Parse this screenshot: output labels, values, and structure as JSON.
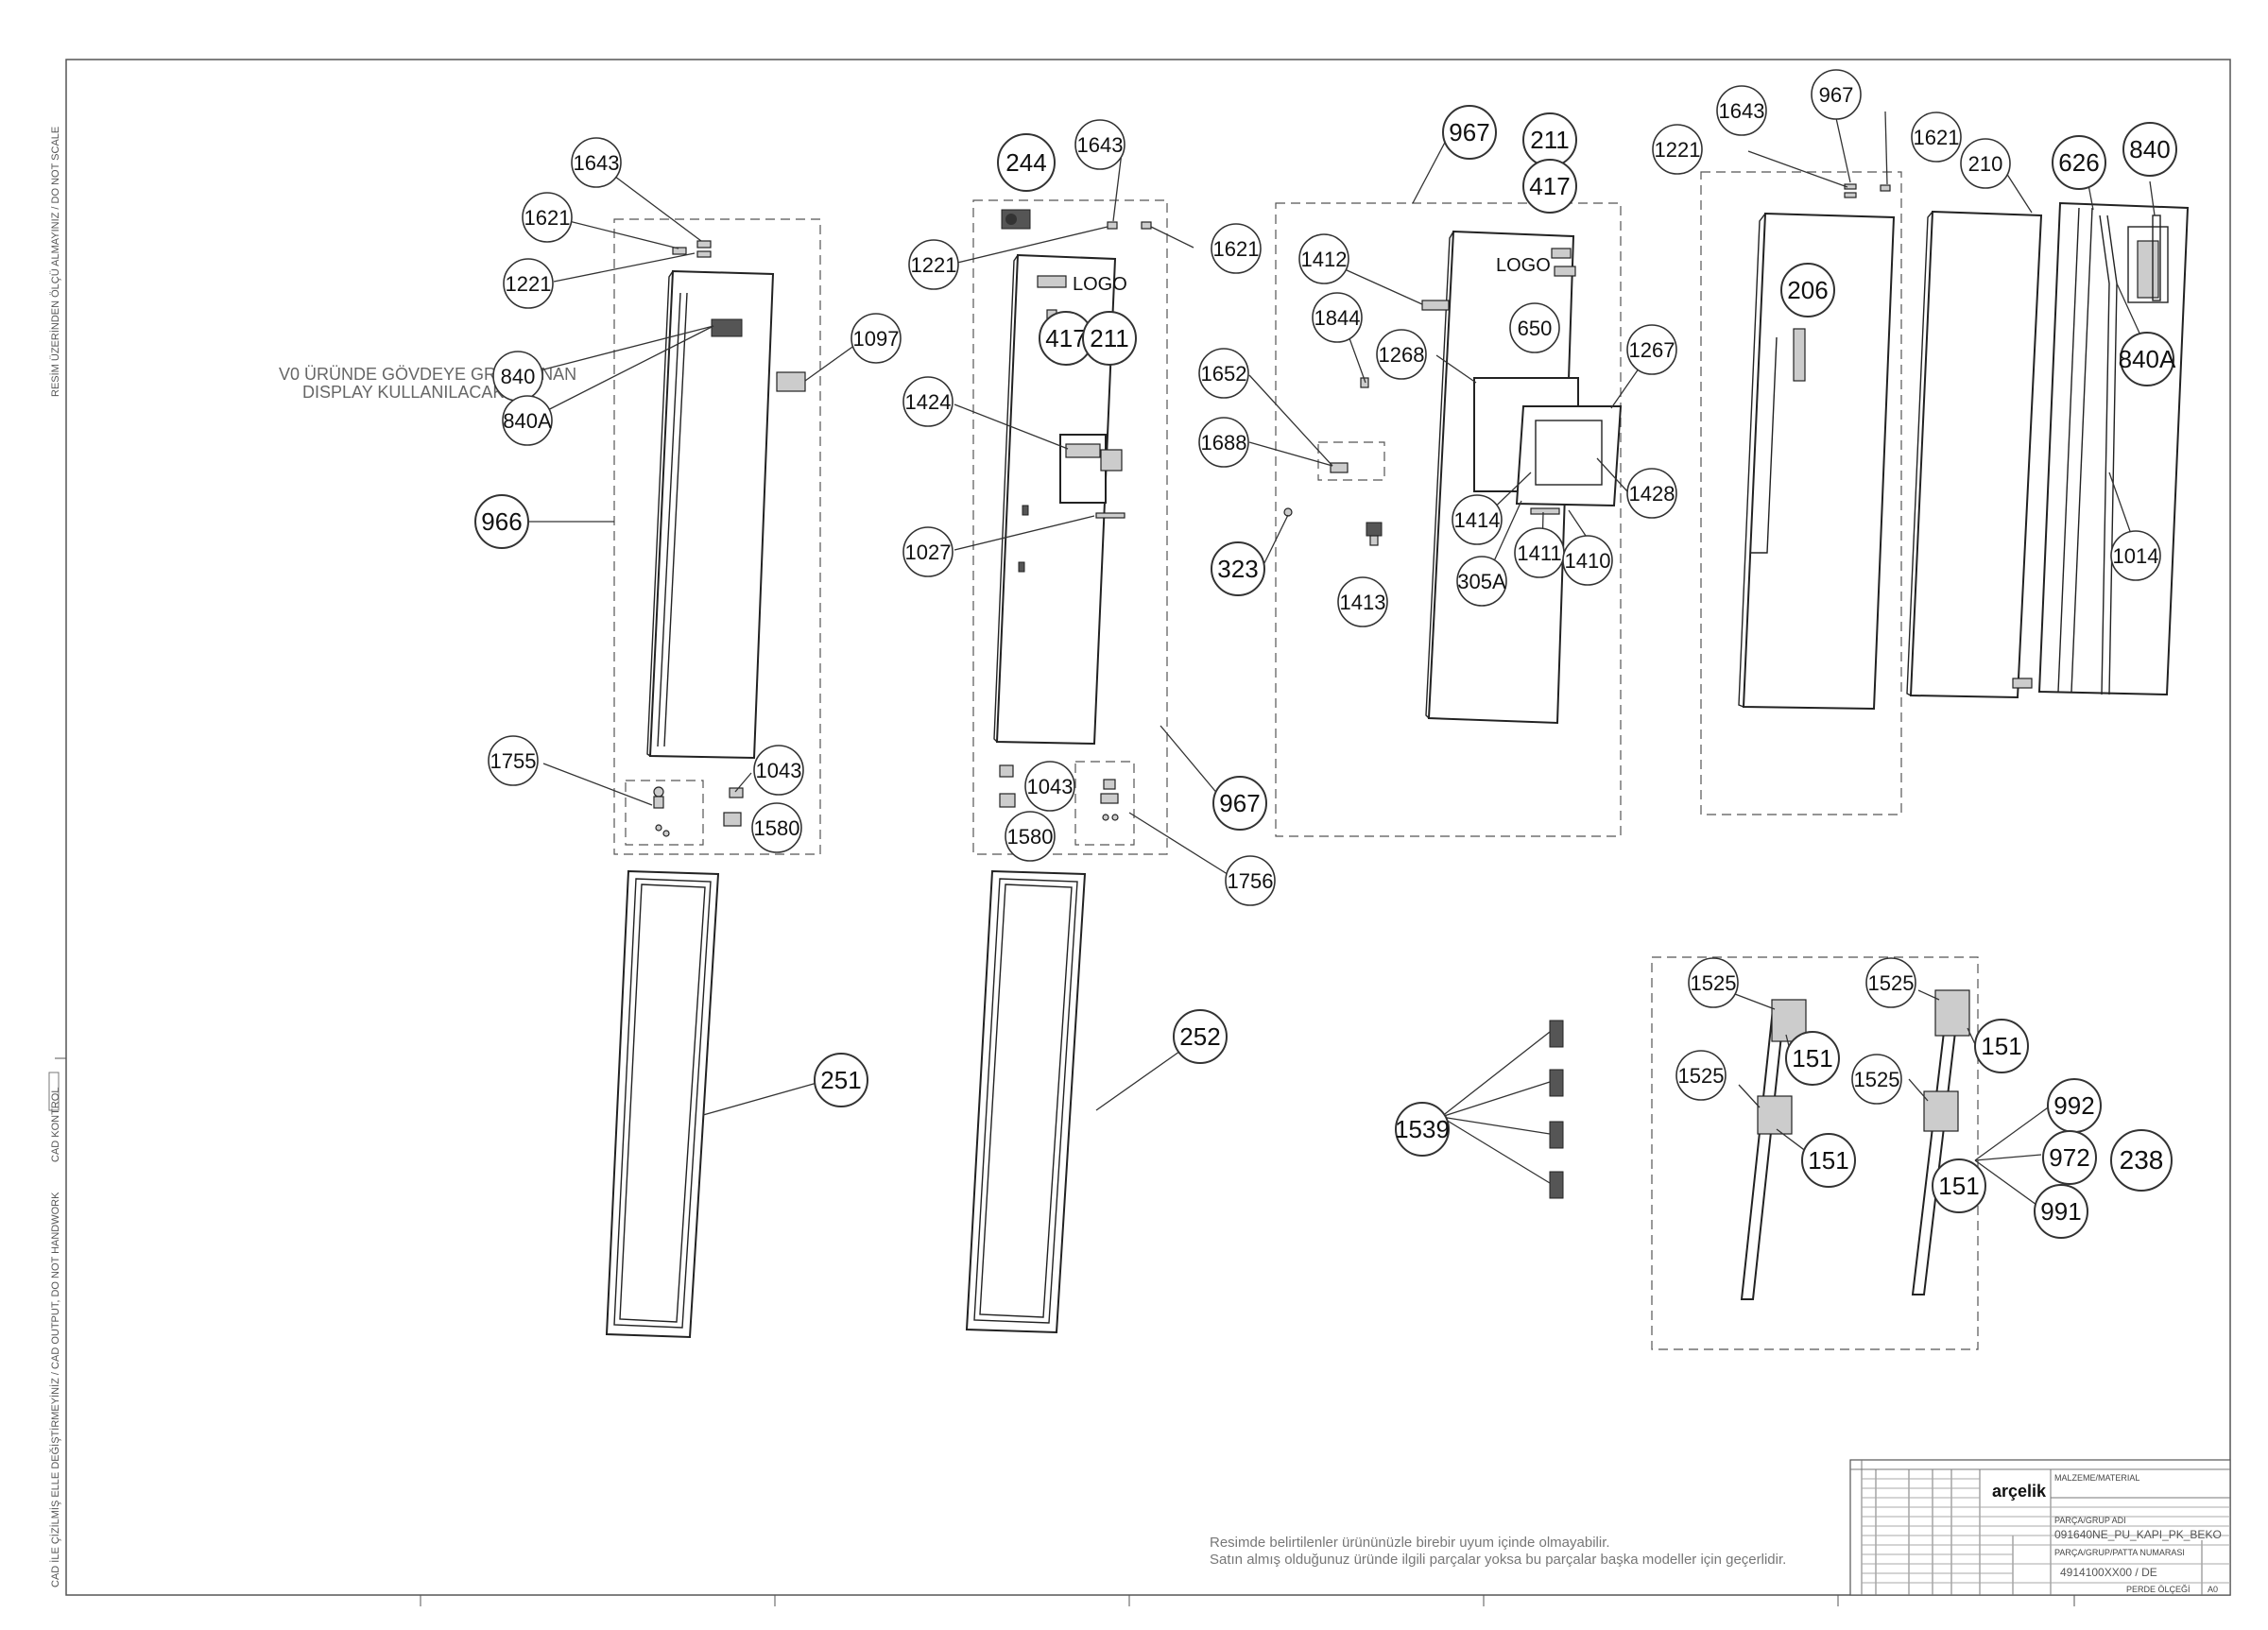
{
  "note": {
    "line1": "V0 ÜRÜNDE GÖVDEYE GRUPLANAN",
    "line2": "DISPLAY KULLANILACAKTIR."
  },
  "logo_labels": [
    "LOGO",
    "LOGO"
  ],
  "disclaimer": {
    "line1": "Resimde belirtilenler ürününüzle birebir uyum içinde olmayabilir.",
    "line2": "Satın almış olduğunuz üründe ilgili parçalar yoksa bu parçalar başka modeller için geçerlidir."
  },
  "side_texts": {
    "top": "RESİM ÜZERİNDEN ÖLÇÜ ALMAYINIZ / DO NOT SCALE",
    "middle": "CAD KONTROL",
    "bottom": "CAD İLE ÇİZİLMİŞ ELLE DEĞİŞTİRMEYİNİZ / CAD OUTPUT, DO NOT HANDWORK"
  },
  "title_block": {
    "brand": "arçelik",
    "material_label": "MALZEME/MATERIAL",
    "group_name_label": "PARÇA/GRUP ADI",
    "group_name": "091640NE_PU_KAPI_PK_BEKO",
    "part_no_label": "PARÇA/GRUP/PATTA NUMARASI",
    "part_no": "4914100XX00 / DE",
    "projection": "PERDE ÖLÇEĞİ",
    "sheet": "A0"
  },
  "callouts": [
    {
      "label": "1643"
    },
    {
      "label": "1621"
    },
    {
      "label": "1221"
    },
    {
      "label": "840"
    },
    {
      "label": "840A"
    },
    {
      "label": "966"
    },
    {
      "label": "1097"
    },
    {
      "label": "1755"
    },
    {
      "label": "1043"
    },
    {
      "label": "1580"
    },
    {
      "label": "244"
    },
    {
      "label": "1643"
    },
    {
      "label": "1221"
    },
    {
      "label": "1621"
    },
    {
      "label": "417"
    },
    {
      "label": "211"
    },
    {
      "label": "1424"
    },
    {
      "label": "1027"
    },
    {
      "label": "1043"
    },
    {
      "label": "1580"
    },
    {
      "label": "967"
    },
    {
      "label": "1756"
    },
    {
      "label": "967"
    },
    {
      "label": "211"
    },
    {
      "label": "417"
    },
    {
      "label": "650"
    },
    {
      "label": "1412"
    },
    {
      "label": "1844"
    },
    {
      "label": "1268"
    },
    {
      "label": "1267"
    },
    {
      "label": "1652"
    },
    {
      "label": "1688"
    },
    {
      "label": "323"
    },
    {
      "label": "1428"
    },
    {
      "label": "1414"
    },
    {
      "label": "1411"
    },
    {
      "label": "1410"
    },
    {
      "label": "305A"
    },
    {
      "label": "1413"
    },
    {
      "label": "1643"
    },
    {
      "label": "967"
    },
    {
      "label": "1221"
    },
    {
      "label": "1621"
    },
    {
      "label": "206"
    },
    {
      "label": "210"
    },
    {
      "label": "626"
    },
    {
      "label": "840"
    },
    {
      "label": "840A"
    },
    {
      "label": "1014"
    },
    {
      "label": "251"
    },
    {
      "label": "252"
    },
    {
      "label": "1539"
    },
    {
      "label": "1525"
    },
    {
      "label": "151"
    },
    {
      "label": "1525"
    },
    {
      "label": "151"
    },
    {
      "label": "1525"
    },
    {
      "label": "151"
    },
    {
      "label": "1525"
    },
    {
      "label": "151"
    },
    {
      "label": "992"
    },
    {
      "label": "972"
    },
    {
      "label": "238"
    },
    {
      "label": "991"
    }
  ]
}
